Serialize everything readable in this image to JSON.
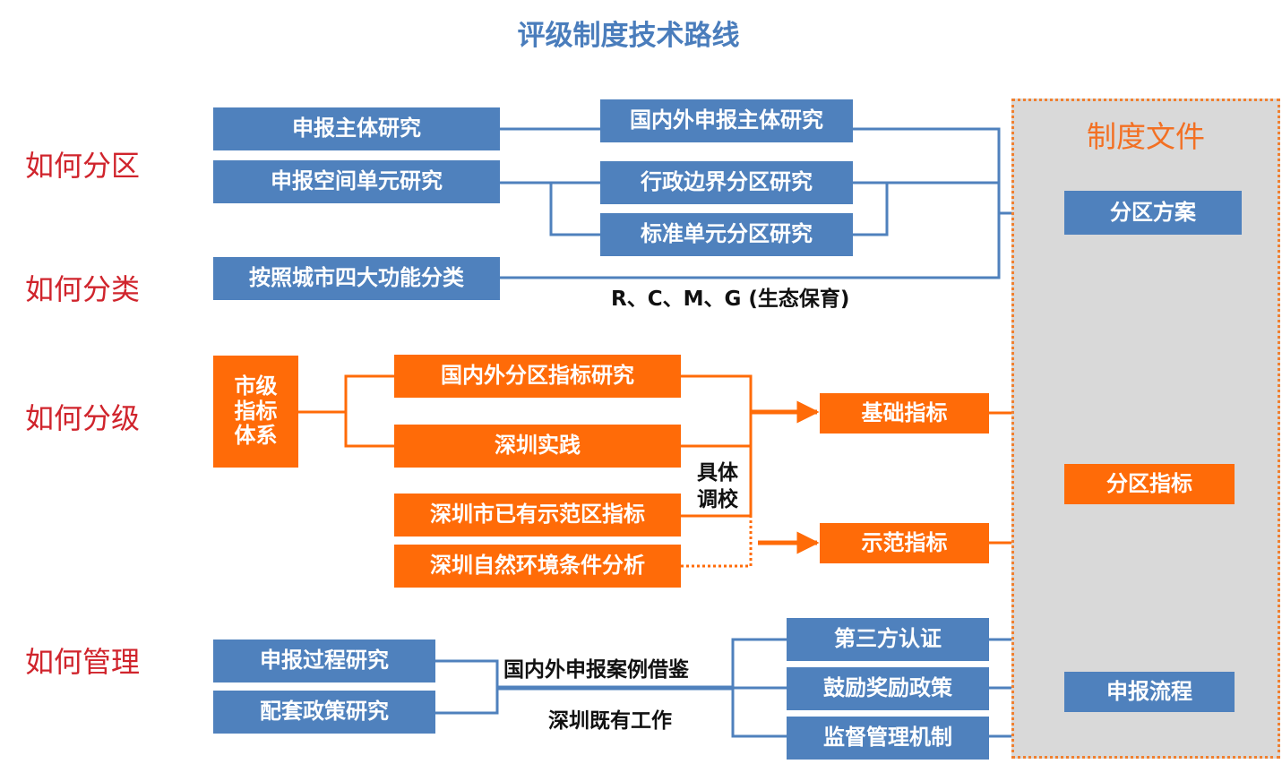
{
  "title": "评级制度技术路线",
  "side_labels": {
    "zone": "如何分区",
    "classify": "如何分类",
    "grade": "如何分级",
    "manage": "如何管理"
  },
  "zone": {
    "subject_research": "申报主体研究",
    "space_unit_research": "申报空间单元研究",
    "domestic_subject_research": "国内外申报主体研究",
    "admin_boundary_research": "行政边界分区研究",
    "standard_unit_research": "标准单元分区研究"
  },
  "classify": {
    "four_functions": "按照城市四大功能分类",
    "rcmg_note": "R、C、M、G (生态保育)"
  },
  "grade": {
    "city_index_system": "市级\n指标\n体系",
    "domestic_zone_index": "国内外分区指标研究",
    "shenzhen_practice": "深圳实践",
    "demo_zone_index": "深圳市已有示范区指标",
    "natural_env": "深圳自然环境条件分析",
    "adjust_note": "具体\n调校",
    "basic_index": "基础指标",
    "demo_index": "示范指标"
  },
  "manage": {
    "process_research": "申报过程研究",
    "policy_research": "配套政策研究",
    "case_note": "国内外申报案例借鉴",
    "existing_work_note": "深圳既有工作",
    "third_party": "第三方认证",
    "incentive_policy": "鼓励奖励政策",
    "supervision": "监督管理机制"
  },
  "panel": {
    "title": "制度文件",
    "zone_plan": "分区方案",
    "zone_index": "分区指标",
    "process": "申报流程"
  },
  "colors": {
    "blue": "#4f81bd",
    "orange": "#ff6b08",
    "title_blue": "#4a7dbc",
    "side_red": "#d0242c",
    "panel_gray": "#d9d9d9"
  }
}
